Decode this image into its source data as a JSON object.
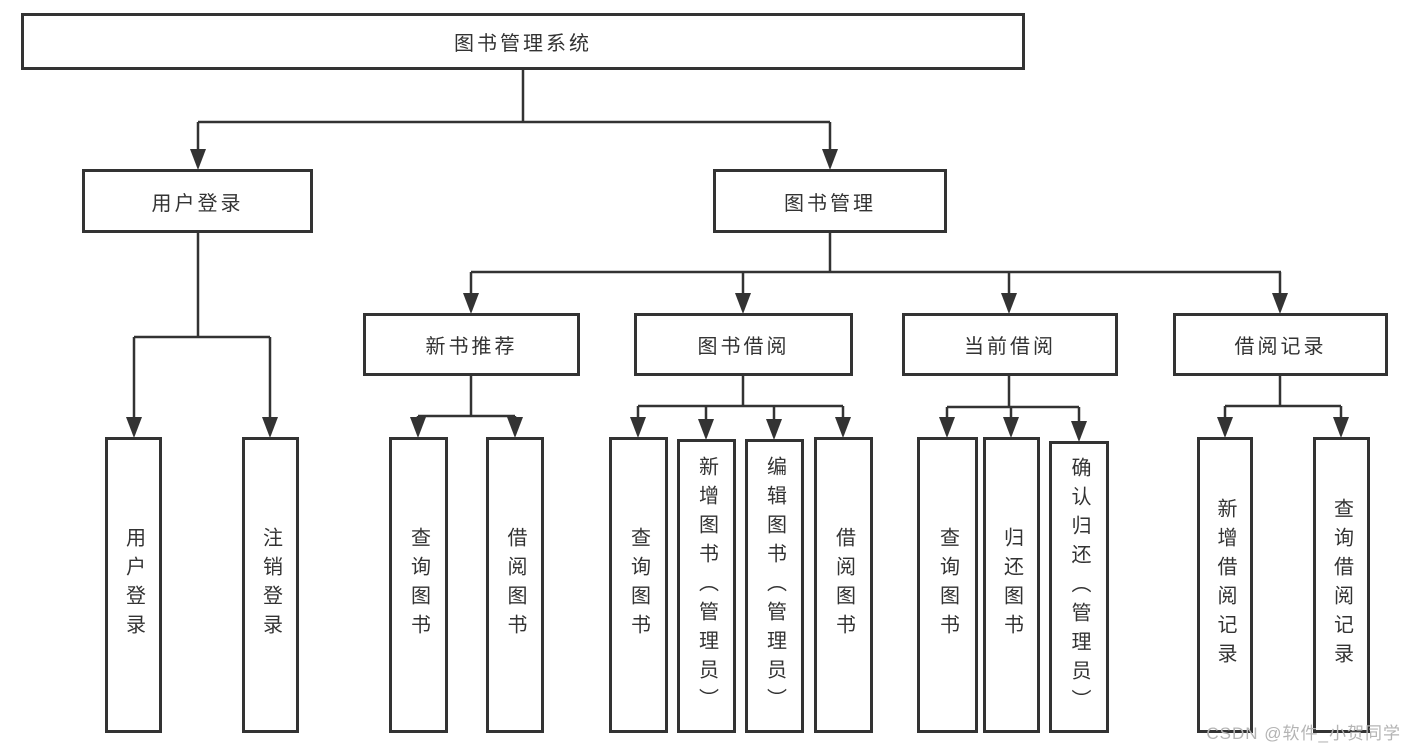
{
  "nodes": {
    "root": {
      "label": "图书管理系统"
    },
    "user_login_group": {
      "label": "用户登录"
    },
    "book_management": {
      "label": "图书管理"
    },
    "new_book_recommend": {
      "label": "新书推荐"
    },
    "book_borrowing": {
      "label": "图书借阅"
    },
    "current_borrowing": {
      "label": "当前借阅"
    },
    "borrowing_records": {
      "label": "借阅记录"
    },
    "leaf_user_login": {
      "label": "用户登录"
    },
    "leaf_logout": {
      "label": "注销登录"
    },
    "leaf_query_books_1": {
      "label": "查询图书"
    },
    "leaf_borrow_books_1": {
      "label": "借阅图书"
    },
    "leaf_query_books_2": {
      "label": "查询图书"
    },
    "leaf_add_books_admin": {
      "label": "新增图书（管理员）"
    },
    "leaf_edit_books_admin": {
      "label": "编辑图书（管理员）"
    },
    "leaf_borrow_books_2": {
      "label": "借阅图书"
    },
    "leaf_query_books_3": {
      "label": "查询图书"
    },
    "leaf_return_books": {
      "label": "归还图书"
    },
    "leaf_confirm_return_admin": {
      "label": "确认归还（管理员）"
    },
    "leaf_add_borrow_record": {
      "label": "新增借阅记录"
    },
    "leaf_query_borrow_record": {
      "label": "查询借阅记录"
    }
  },
  "edges": [
    {
      "parent": "图书管理系统",
      "children": [
        "用户登录",
        "图书管理"
      ]
    },
    {
      "parent": "用户登录",
      "children": [
        "用户登录",
        "注销登录"
      ]
    },
    {
      "parent": "图书管理",
      "children": [
        "新书推荐",
        "图书借阅",
        "当前借阅",
        "借阅记录"
      ]
    },
    {
      "parent": "新书推荐",
      "children": [
        "查询图书",
        "借阅图书"
      ]
    },
    {
      "parent": "图书借阅",
      "children": [
        "查询图书",
        "新增图书（管理员）",
        "编辑图书（管理员）",
        "借阅图书"
      ]
    },
    {
      "parent": "当前借阅",
      "children": [
        "查询图书",
        "归还图书",
        "确认归还（管理员）"
      ]
    },
    {
      "parent": "借阅记录",
      "children": [
        "新增借阅记录",
        "查询借阅记录"
      ]
    }
  ],
  "watermark": {
    "text": "CSDN @软件_小贺同学"
  },
  "colors": {
    "line": "#333333",
    "text": "#333333",
    "background": "#ffffff",
    "watermark": "#b4b4b4"
  }
}
